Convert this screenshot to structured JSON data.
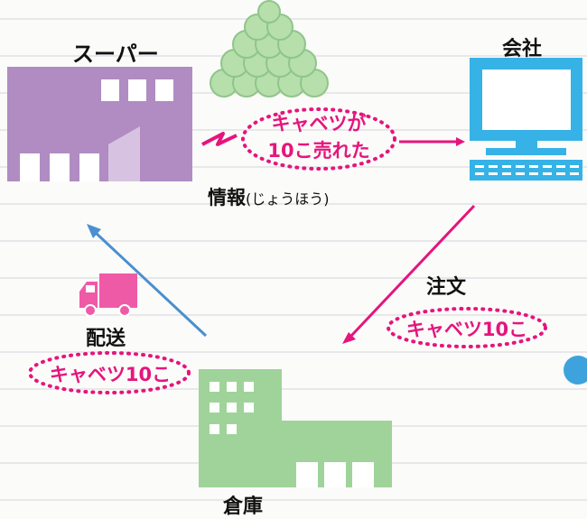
{
  "supermarket": {
    "label": "スーパー"
  },
  "company": {
    "label": "会社"
  },
  "warehouse": {
    "label": "倉庫"
  },
  "info_bubble": {
    "line1": "キャベツが",
    "line2": "10こ売れた"
  },
  "info_label": {
    "main": "情報",
    "reading": "(じょうほう)"
  },
  "order": {
    "label": "注文",
    "bubble": "キャベツ10こ"
  },
  "delivery": {
    "label": "配送",
    "bubble": "キャベツ10こ"
  },
  "colors": {
    "supermarket": "#b08cc2",
    "supermarket_light": "#d7c3e1",
    "computer": "#36b2e6",
    "warehouse": "#9fd39a",
    "truck": "#ef5aa7",
    "cabbage": "#b6dfab",
    "accent_pink": "#e5157d",
    "arrow_blue": "#4a8fcf"
  },
  "icons": [
    "supermarket-building",
    "cabbage-pile",
    "computer-monitor",
    "lightning-icon",
    "truck-icon",
    "warehouse-building"
  ]
}
